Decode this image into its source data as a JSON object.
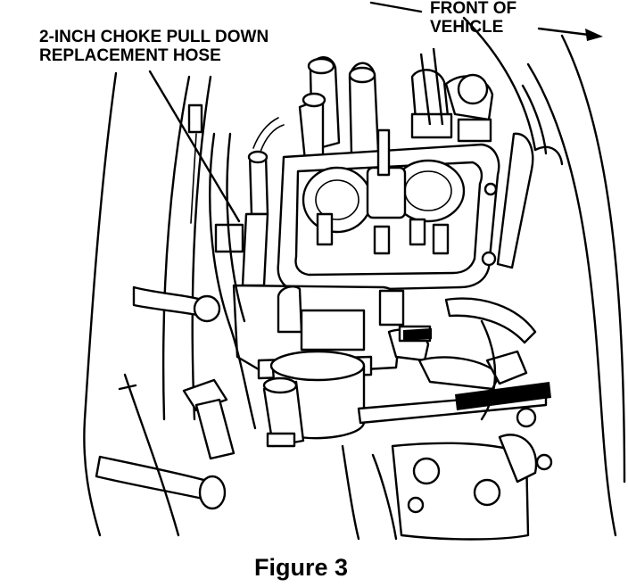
{
  "callouts": {
    "hose_line1": "2-INCH CHOKE PULL DOWN",
    "hose_line2": "REPLACEMENT HOSE",
    "front_line1": "FRONT OF",
    "front_line2": "VEHICLE"
  },
  "caption": "Figure 3"
}
